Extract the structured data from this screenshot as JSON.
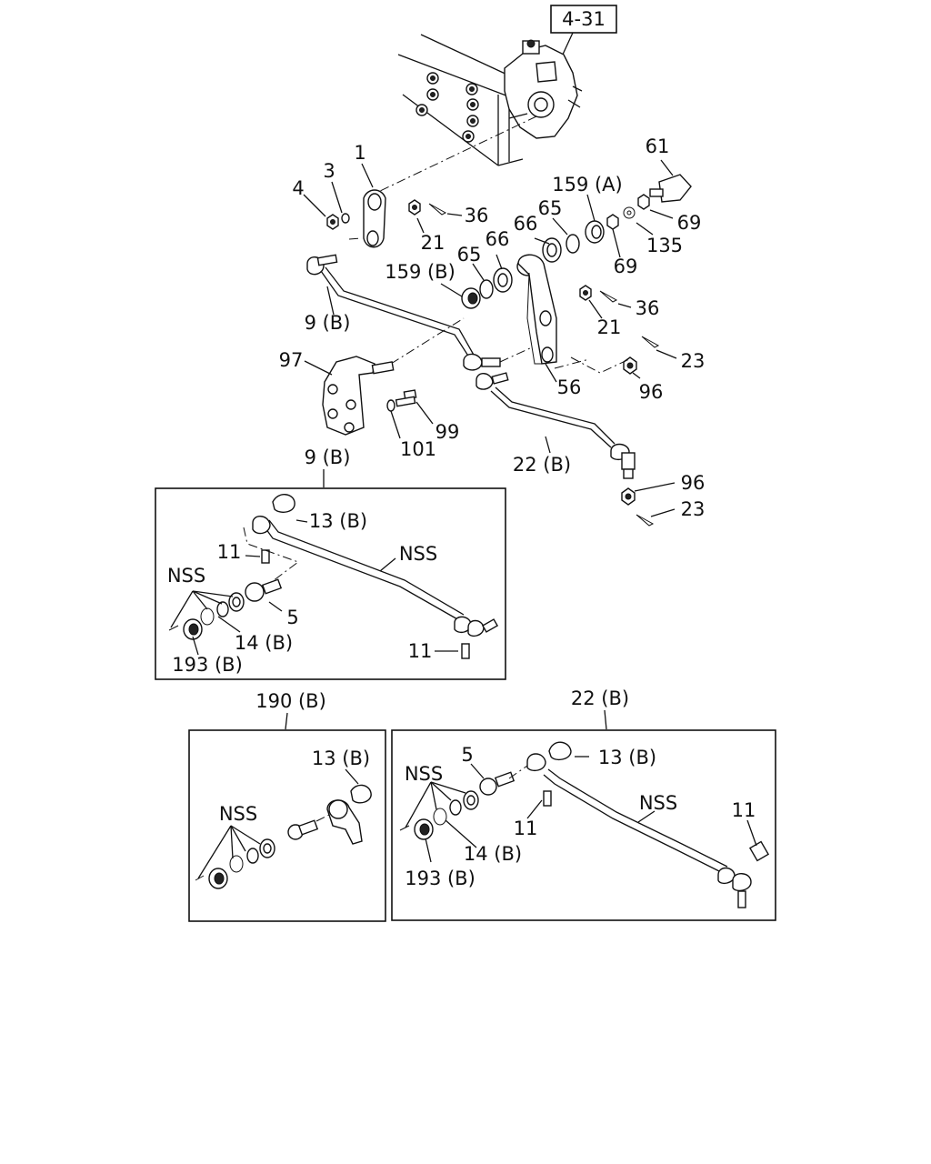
{
  "ref_box": "4-31",
  "labels": {
    "l1": "1",
    "l3": "3",
    "l4": "4",
    "l36a": "36",
    "l21a": "21",
    "l61": "61",
    "l159a": "159 (A)",
    "l65a": "65",
    "l66a": "66",
    "l65b": "65",
    "l66b": "66",
    "l69a": "69",
    "l135": "135",
    "l69b": "69",
    "l159b": "159 (B)",
    "l36b": "36",
    "l21b": "21",
    "l23a": "23",
    "l96a": "96",
    "l56": "56",
    "l9b": "9 (B)",
    "l97": "97",
    "l99": "99",
    "l101": "101",
    "l22b": "22 (B)",
    "l96b": "96",
    "l23b": "23"
  },
  "inset_9b": {
    "title": "9 (B)",
    "l13b": "13 (B)",
    "l11a": "11",
    "lnss1": "NSS",
    "lnss2": "NSS",
    "l5": "5",
    "l14b": "14 (B)",
    "l193b": "193 (B)",
    "l11b": "11"
  },
  "inset_190b": {
    "title": "190 (B)",
    "l13b": "13 (B)",
    "lnss": "NSS"
  },
  "inset_22b": {
    "title": "22 (B)",
    "l5": "5",
    "l13b": "13 (B)",
    "lnss1": "NSS",
    "lnss2": "NSS",
    "l11a": "11",
    "l11b": "11",
    "l14b": "14 (B)",
    "l193b": "193 (B)"
  }
}
